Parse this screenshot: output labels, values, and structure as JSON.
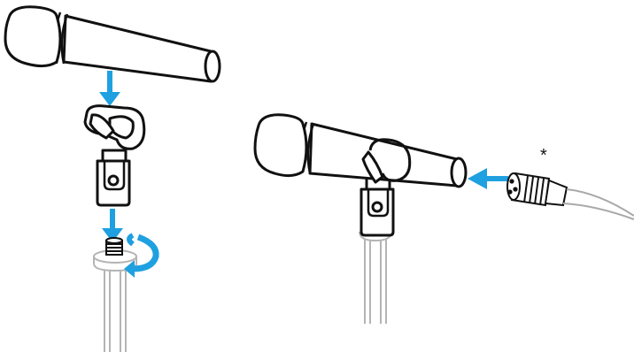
{
  "footnote_mark": "*",
  "colors": {
    "outline": "#111111",
    "stand": "#b4b4b4",
    "cable": "#a9a9a9",
    "arrow": "#1fa0e0",
    "fill": "#ffffff"
  },
  "icons": [
    "microphone",
    "microphone-clip",
    "mic-stand",
    "rotate-arrow",
    "xlr-connector",
    "cable"
  ]
}
